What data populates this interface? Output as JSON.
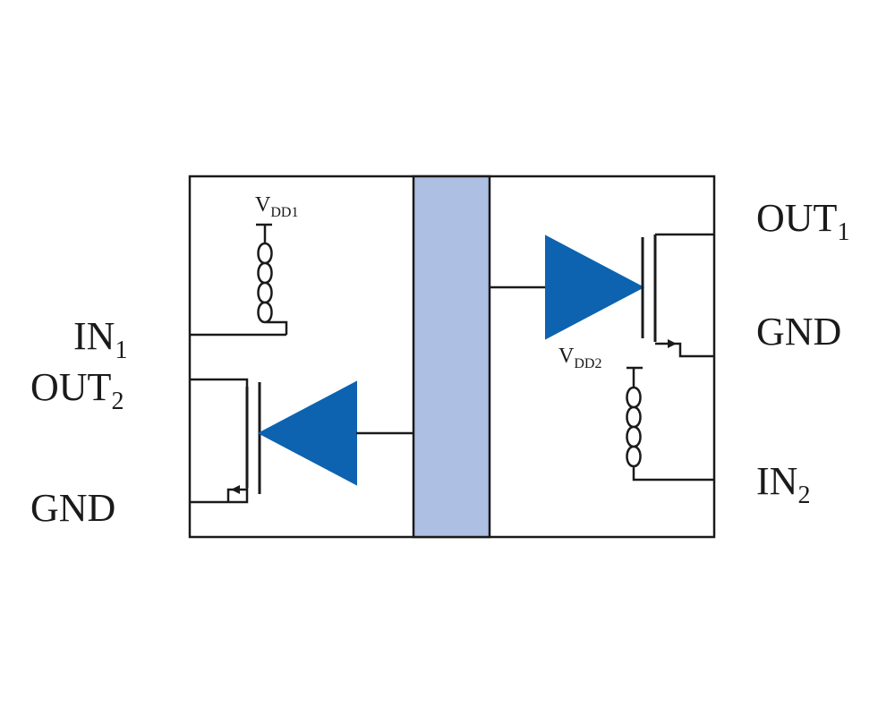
{
  "pins": {
    "in1": {
      "main": "IN",
      "sub": "1"
    },
    "out2": {
      "main": "OUT",
      "sub": "2"
    },
    "gnd_left": {
      "main": "GND"
    },
    "out1": {
      "main": "OUT",
      "sub": "1"
    },
    "gnd_right": {
      "main": "GND"
    },
    "in2": {
      "main": "IN",
      "sub": "2"
    }
  },
  "supplies": {
    "vdd1": {
      "main": "V",
      "sub": "DD1"
    },
    "vdd2": {
      "main": "V",
      "sub": "DD2"
    }
  },
  "colors": {
    "outline": "#1a1a1a",
    "isolation_barrier": "#adc0e3",
    "amplifier": "#0d63b0"
  }
}
